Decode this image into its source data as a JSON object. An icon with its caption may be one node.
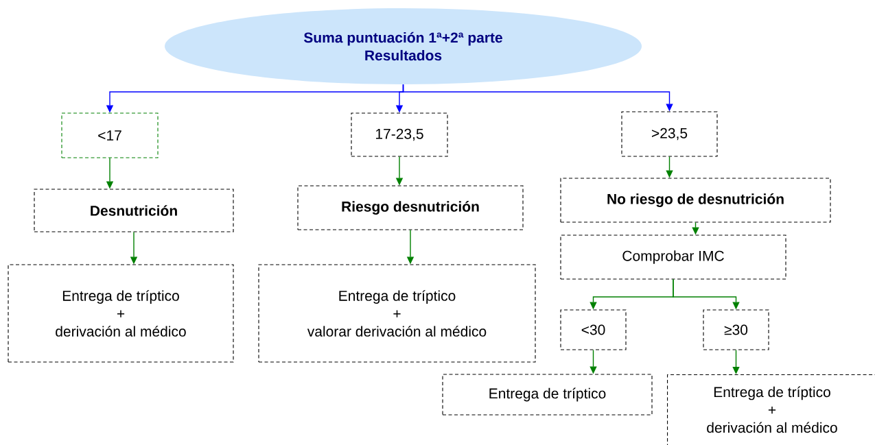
{
  "diagram": {
    "nodes": [
      {
        "text": [
          "Suma puntuación 1ª+2ª parte",
          "Resultados"
        ]
      },
      {
        "text": [
          "<17"
        ]
      },
      {
        "text": [
          "17-23,5"
        ]
      },
      {
        "text": [
          ">23,5"
        ]
      },
      {
        "text": [
          "Desnutrición"
        ]
      },
      {
        "text": [
          "Riesgo desnutrición"
        ]
      },
      {
        "text": [
          "No riesgo de desnutrición"
        ]
      },
      {
        "text": [
          "Entrega de tríptico",
          "+",
          "derivación al médico"
        ]
      },
      {
        "text": [
          "Entrega de tríptico",
          "+",
          "valorar derivación al médico"
        ]
      },
      {
        "text": [
          "Comprobar IMC"
        ]
      },
      {
        "text": [
          "<30"
        ]
      },
      {
        "text": [
          "≥30"
        ]
      },
      {
        "text": [
          "Entrega de tríptico"
        ]
      },
      {
        "text": [
          "Entrega de tríptico",
          "+",
          "derivación al médico"
        ]
      }
    ],
    "edges": [
      {
        "from": 0,
        "to": 1,
        "arrow": "to",
        "color": "#0000ff"
      },
      {
        "from": 0,
        "to": 2,
        "arrow": "to",
        "color": "#0000ff"
      },
      {
        "from": 0,
        "to": 3,
        "arrow": "to",
        "color": "#0000ff"
      },
      {
        "from": 1,
        "to": 4,
        "arrow": "to"
      },
      {
        "from": 2,
        "to": 5,
        "arrow": "to"
      },
      {
        "from": 3,
        "to": 6,
        "arrow": "to"
      },
      {
        "from": 4,
        "to": 7,
        "arrow": "to"
      },
      {
        "from": 5,
        "to": 8,
        "arrow": "to"
      },
      {
        "from": 6,
        "to": 9,
        "arrow": "to"
      },
      {
        "from": 9,
        "to": 10,
        "arrow": "to"
      },
      {
        "from": 9,
        "to": 11,
        "arrow": "to"
      },
      {
        "from": 10,
        "to": 12,
        "arrow": "to"
      },
      {
        "from": 11,
        "to": 13,
        "arrow": "to"
      }
    ]
  }
}
